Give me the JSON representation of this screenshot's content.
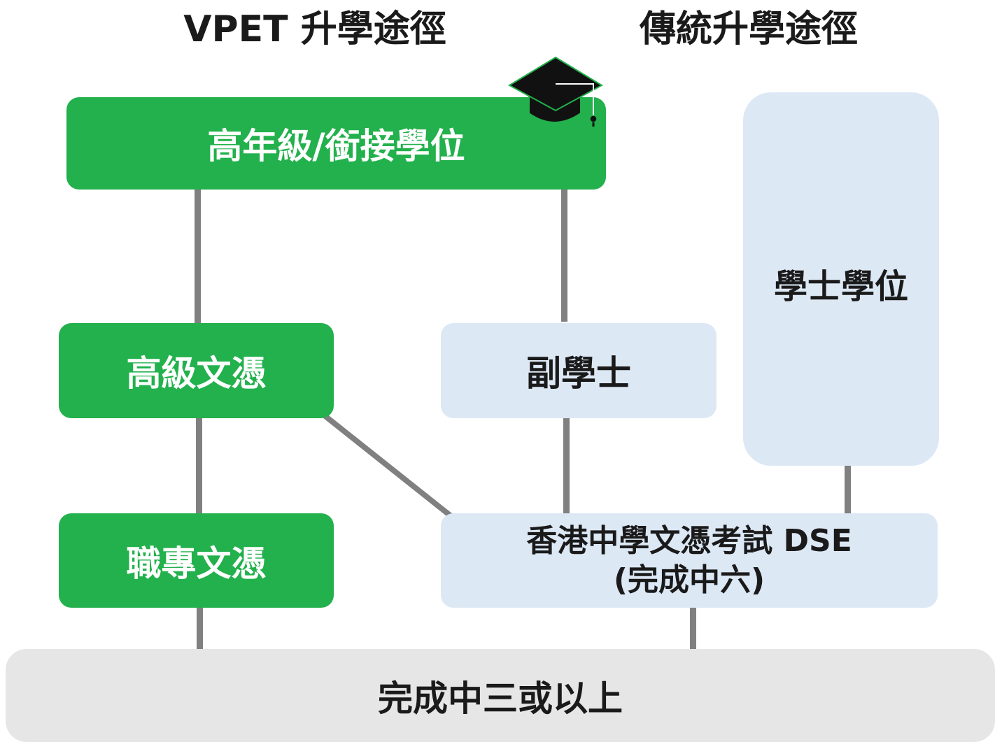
{
  "headers": {
    "vpet": "VPET 升學途徑",
    "traditional": "傳統升學途徑"
  },
  "nodes": {
    "upper_degree": "高年級/銜接學位",
    "higher_diploma": "高級文憑",
    "vocational_diploma": "職專文憑",
    "associate_degree": "副學士",
    "bachelor_degree": "學士學位",
    "dse_line1": "香港中學文憑考試 DSE",
    "dse_line2": "(完成中六)",
    "foundation": "完成中三或以上"
  },
  "icons": {
    "graduation": "graduation-cap-icon"
  },
  "colors": {
    "vpet_green": "#22b14c",
    "traditional_blue": "#dde8f5",
    "foundation_gray": "#e6e6e6",
    "connector_gray": "#808080"
  }
}
